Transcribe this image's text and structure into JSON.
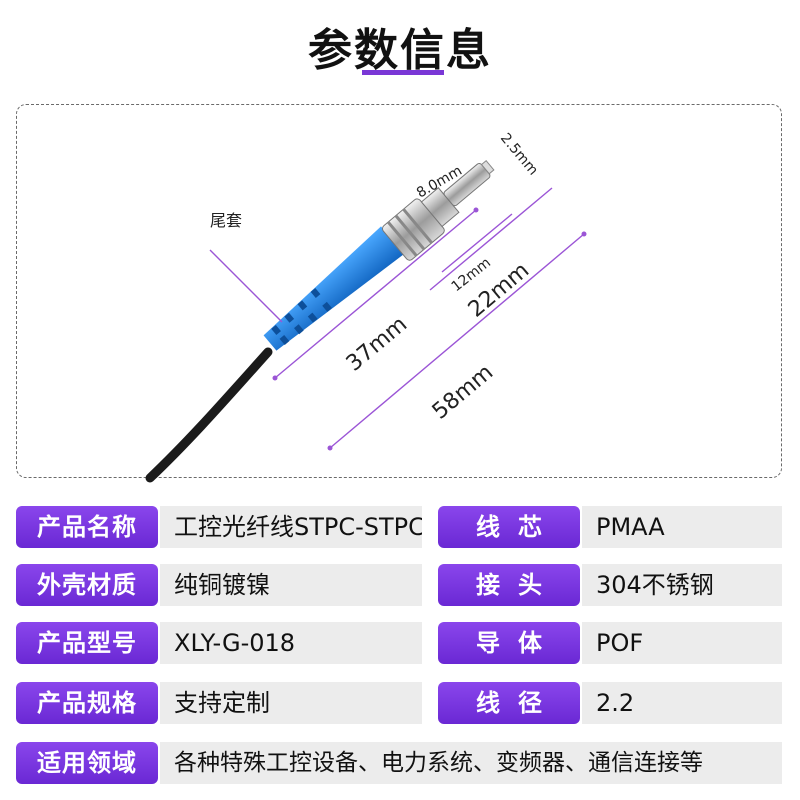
{
  "title": "参数信息",
  "diagram": {
    "labels": {
      "boot": "尾套",
      "d_8": "8.0mm",
      "d_2_5": "2.5mm",
      "d_12": "12mm",
      "d_22": "22mm",
      "d_37": "37mm",
      "d_58": "58mm"
    },
    "colors": {
      "boot": "#1f7fd6",
      "cable": "#1b1b1b",
      "dimension": "#9b55d6",
      "metal": "#b5b5b5"
    }
  },
  "specs": {
    "left": [
      {
        "label": "产品名称",
        "value": "工控光纤线STPC-STPC"
      },
      {
        "label": "外壳材质",
        "value": "纯铜镀镍"
      },
      {
        "label": "产品型号",
        "value": "XLY-G-018"
      },
      {
        "label": "产品规格",
        "value": "支持定制"
      }
    ],
    "right": [
      {
        "label": "线芯",
        "value": "PMAA"
      },
      {
        "label": "接头",
        "value": "304不锈钢"
      },
      {
        "label": "导体",
        "value": "POF"
      },
      {
        "label": "线径",
        "value": "2.2"
      }
    ],
    "bottom": {
      "label": "适用领域",
      "value": "各种特殊工控设备、电力系统、变频器、通信连接等"
    }
  },
  "accent_color": "#7a37d6"
}
